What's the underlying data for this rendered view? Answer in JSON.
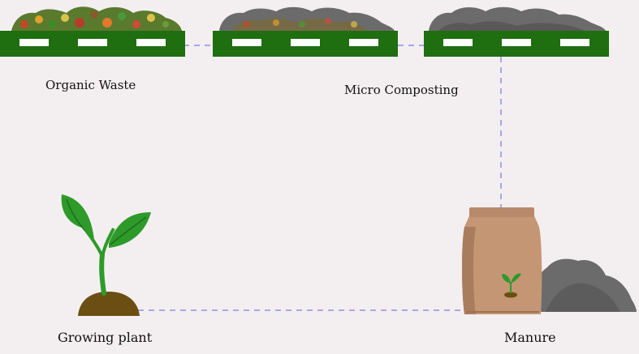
{
  "stages": {
    "organic_waste": {
      "label": "Organic Waste"
    },
    "micro_composting": {
      "label": "Micro Composting"
    },
    "manure": {
      "label": "Manure"
    },
    "growing_plant": {
      "label": "Growing plant"
    }
  },
  "colors": {
    "background": "#f3eff0",
    "pallet": "#1f6e10",
    "pallet_slot": "#ffffff",
    "connector": "#a9a6e6",
    "compost_dark": "#6b6b6b",
    "bag": "#c49674",
    "bag_dark": "#a97c5e",
    "leaf": "#2e9a2a",
    "soil": "#6b4f12"
  }
}
